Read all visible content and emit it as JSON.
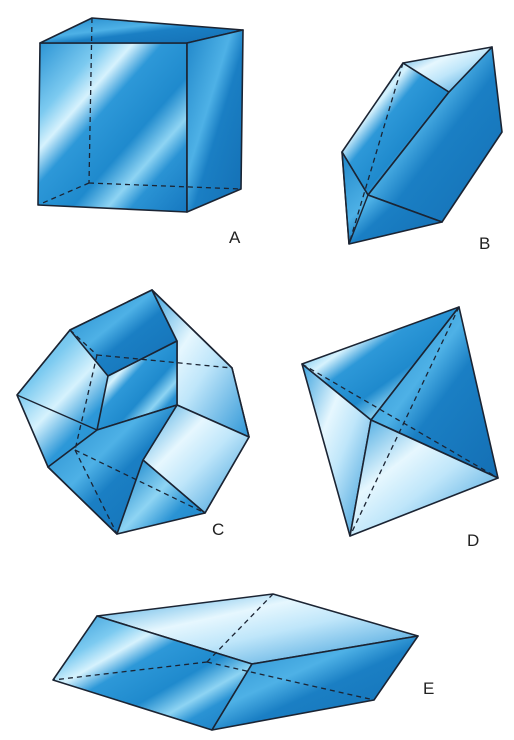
{
  "labels": {
    "a": "A",
    "b": "B",
    "c": "C",
    "d": "D",
    "e": "E"
  },
  "colors": {
    "crystal_fill": "#2a93d4",
    "crystal_light": "#cfeefc",
    "edge": "#1b2433",
    "background": "#ffffff"
  }
}
